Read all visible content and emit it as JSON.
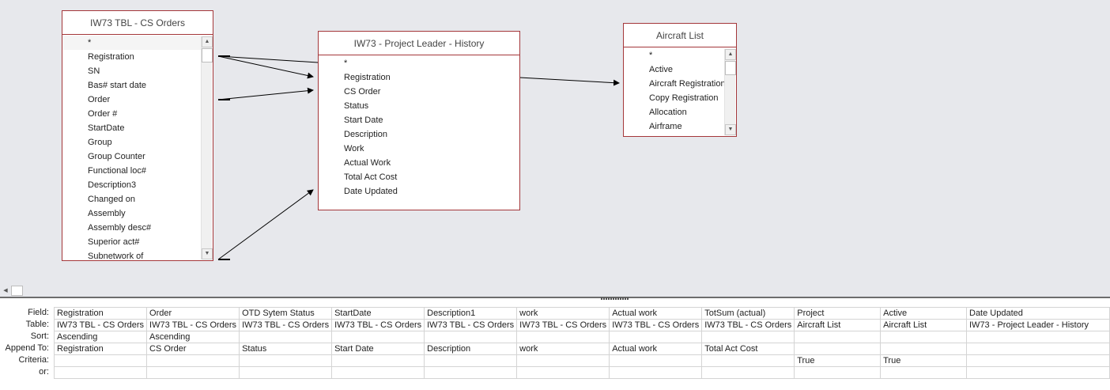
{
  "tables": [
    {
      "title": "IW73 TBL - CS Orders",
      "fields": [
        "*",
        "Registration",
        "SN",
        "Bas# start date",
        "Order",
        "Order #",
        "StartDate",
        "Group",
        "Group Counter",
        "Functional loc#",
        "Description3",
        "Changed on",
        "Assembly",
        "Assembly desc#",
        "Superior act#",
        "Subnetwork of"
      ]
    },
    {
      "title": "IW73 - Project Leader - History",
      "fields": [
        "*",
        "Registration",
        "CS Order",
        "Status",
        "Start Date",
        "Description",
        "Work",
        "Actual Work",
        "Total Act Cost",
        "Date Updated"
      ]
    },
    {
      "title": "Aircraft List",
      "fields": [
        "*",
        "Active",
        "Aircraft Registration",
        "Copy Registration",
        "Allocation",
        "Airframe"
      ]
    }
  ],
  "scroll_icons": {
    "up": "scroll-up-arrow",
    "down": "scroll-down-arrow",
    "left": "scroll-left-arrow"
  },
  "grid": {
    "row_labels": [
      "Field:",
      "Table:",
      "Sort:",
      "Append To:",
      "Criteria:",
      "or:"
    ],
    "columns": [
      {
        "field": "Registration",
        "table": "IW73 TBL - CS Orders",
        "sort": "Ascending",
        "append_to": "Registration",
        "criteria": "",
        "or": ""
      },
      {
        "field": "Order",
        "table": "IW73 TBL - CS Orders",
        "sort": "Ascending",
        "append_to": "CS Order",
        "criteria": "",
        "or": ""
      },
      {
        "field": "OTD Sytem Status",
        "table": "IW73 TBL - CS Orders",
        "sort": "",
        "append_to": "Status",
        "criteria": "",
        "or": ""
      },
      {
        "field": "StartDate",
        "table": "IW73 TBL - CS Orders",
        "sort": "",
        "append_to": "Start Date",
        "criteria": "",
        "or": ""
      },
      {
        "field": "Description1",
        "table": "IW73 TBL - CS Orders",
        "sort": "",
        "append_to": "Description",
        "criteria": "",
        "or": ""
      },
      {
        "field": "work",
        "table": "IW73 TBL - CS Orders",
        "sort": "",
        "append_to": "work",
        "criteria": "",
        "or": ""
      },
      {
        "field": "Actual work",
        "table": "IW73 TBL - CS Orders",
        "sort": "",
        "append_to": "Actual work",
        "criteria": "",
        "or": ""
      },
      {
        "field": "TotSum (actual)",
        "table": "IW73 TBL - CS Orders",
        "sort": "",
        "append_to": "Total Act Cost",
        "criteria": "",
        "or": ""
      },
      {
        "field": "Project",
        "table": "Aircraft List",
        "sort": "",
        "append_to": "",
        "criteria": "True",
        "or": ""
      },
      {
        "field": "Active",
        "table": "Aircraft List",
        "sort": "",
        "append_to": "",
        "criteria": "True",
        "or": ""
      },
      {
        "field": "Date Updated",
        "table": "IW73 - Project Leader - History",
        "sort": "",
        "append_to": "",
        "criteria": "",
        "or": ""
      }
    ]
  },
  "colors": {
    "table_border": "#a4373a",
    "pane_bg": "#e7e8ec",
    "link_line": "#000000"
  }
}
